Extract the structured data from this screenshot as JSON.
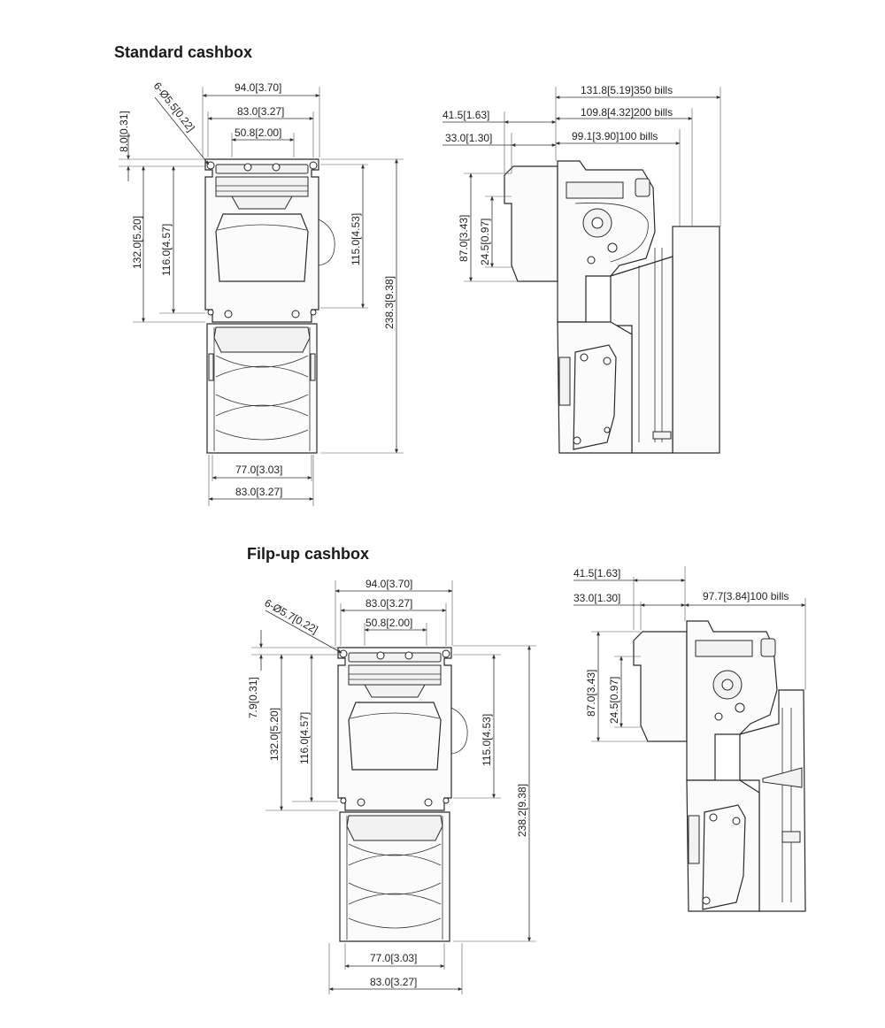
{
  "sections": {
    "standard": {
      "title": "Standard cashbox",
      "front": {
        "width_overall": "94.0[3.70]",
        "width_holes_outer": "83.0[3.27]",
        "width_holes_inner": "50.8[2.00]",
        "hole_spec": "6-Ø5.5[0.22]",
        "top_offset": "8.0[0.31]",
        "height_mount": "132.0[5.20]",
        "height_inner": "116.0[4.57]",
        "height_right": "115.0[4.53]",
        "height_total": "238.3[9.38]",
        "bottom_width_inner": "77.0[3.03]",
        "bottom_width_outer": "83.0[3.27]"
      },
      "side": {
        "depth_350": "131.8[5.19]350 bills",
        "depth_200": "109.8[4.32]200 bills",
        "depth_100": "99.1[3.90]100 bills",
        "bezel_outer": "41.5[1.63]",
        "bezel_inner": "33.0[1.30]",
        "bezel_height": "87.0[3.43]",
        "slot_height": "24.5[0.97]"
      }
    },
    "flipup": {
      "title": "Filp-up cashbox",
      "front": {
        "width_overall": "94.0[3.70]",
        "width_holes_outer": "83.0[3.27]",
        "width_holes_inner": "50.8[2.00]",
        "hole_spec": "6-Ø5.7[0.22]",
        "top_offset": "7.9[0.31]",
        "height_mount": "132.0[5.20]",
        "height_inner": "116.0[4.57]",
        "height_right": "115.0[4.53]",
        "height_total": "238.2[9.38]",
        "bottom_width_inner": "77.0[3.03]",
        "bottom_width_outer": "83.0[3.27]"
      },
      "side": {
        "bezel_outer": "41.5[1.63]",
        "bezel_inner": "33.0[1.30]",
        "depth_100": "97.7[3.84]100 bills",
        "bezel_height": "87.0[3.43]",
        "slot_height": "24.5[0.97]"
      }
    }
  }
}
